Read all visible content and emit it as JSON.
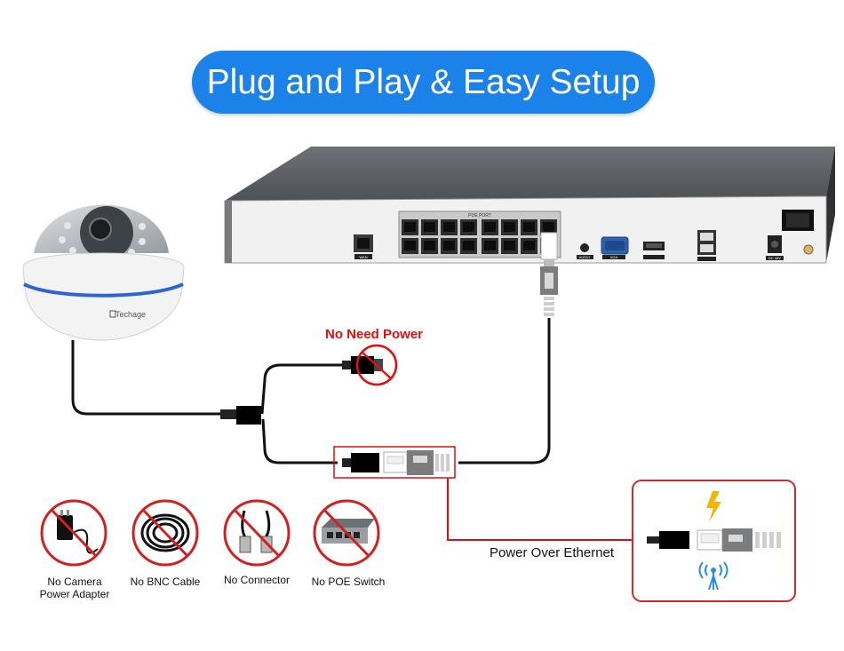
{
  "title": "Plug and Play & Easy Setup",
  "nvr": {
    "poe_port_label": "POE PORT",
    "wan_label": "WAN",
    "audio_label": "AUDIO",
    "vga_label": "VGA",
    "dc_label": "DC 48V"
  },
  "camera": {
    "brand": "Techage"
  },
  "no_need_power": "No Need Power",
  "power_over_ethernet": "Power Over Ethernet",
  "no_items": [
    {
      "line1": "No Camera",
      "line2": "Power Adapter",
      "icon": "power-adapter-icon"
    },
    {
      "line1": "No BNC Cable",
      "line2": "",
      "icon": "bnc-cable-icon"
    },
    {
      "line1": "No Connector",
      "line2": "",
      "icon": "bnc-connector-icon"
    },
    {
      "line1": "No POE Switch",
      "line2": "",
      "icon": "poe-switch-icon"
    }
  ],
  "colors": {
    "title_bg": "#1a82e8",
    "red": "#e10e0e",
    "nvr_top": "#5d6064",
    "panel": "#f1f1f1"
  }
}
